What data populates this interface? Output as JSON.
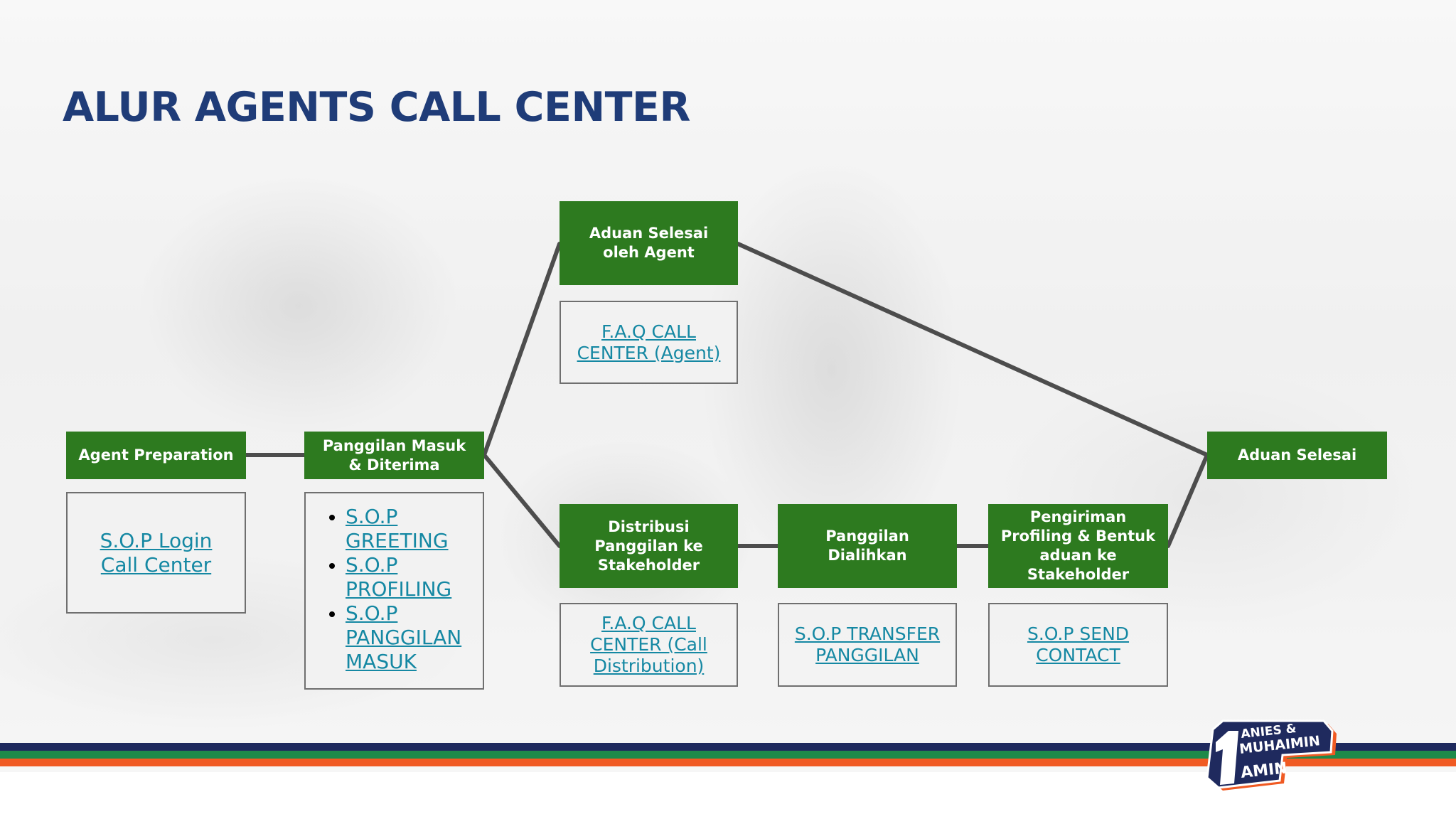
{
  "title": "ALUR AGENTS CALL CENTER",
  "nodes": {
    "agent_preparation": "Agent Preparation",
    "panggilan_masuk": "Panggilan Masuk & Diterima",
    "aduan_selesai_agent": "Aduan Selesai oleh Agent",
    "distribusi": "Distribusi Panggilan ke Stakeholder",
    "dialihkan": "Panggilan Dialihkan",
    "pengiriman": "Pengiriman Profiling & Bentuk aduan  ke Stakeholder",
    "aduan_selesai": "Aduan Selesai"
  },
  "docs": {
    "sop_login": "S.O.P Login Call Center",
    "sop_list": [
      "S.O.P GREETING",
      "S.O.P PROFILING",
      "S.O.P PANGGILAN MASUK"
    ],
    "faq_agent": "F.A.Q CALL CENTER (Agent)",
    "faq_distribution": "F.A.Q CALL CENTER (Call Distribution)",
    "sop_transfer": "S.O.P TRANSFER PANGGILAN",
    "sop_send": "S.O.P SEND CONTACT"
  },
  "logo": {
    "number": "1",
    "line1": "ANIES &",
    "line2": "MUHAIMIN",
    "line3": "AMIN"
  },
  "colors": {
    "title": "#1f3c78",
    "node_fill": "#2d7a1f",
    "link": "#1588a3",
    "connector": "#4d4d4d",
    "stripe_navy": "#1f2a5e",
    "stripe_green": "#1c8a4a",
    "stripe_orange": "#f05a23"
  }
}
